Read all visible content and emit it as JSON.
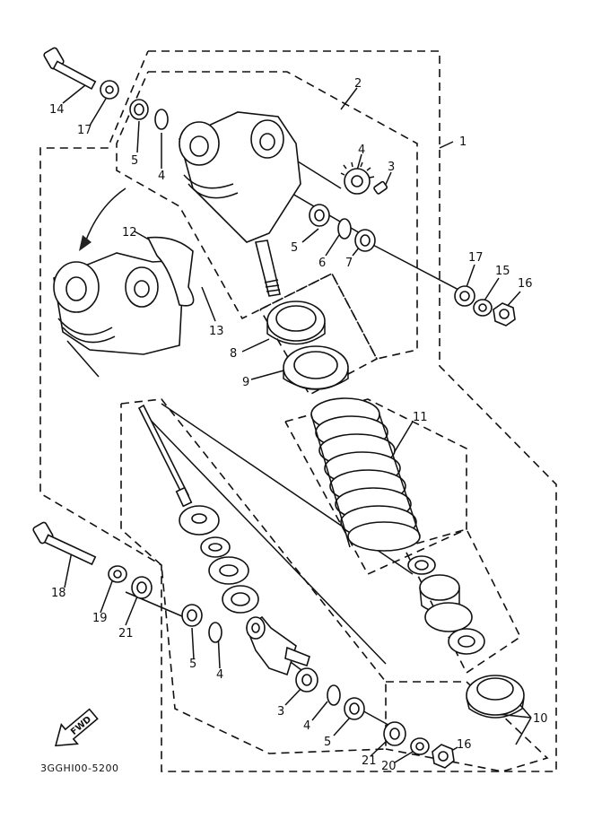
{
  "diagram_code": "3GGHI00-5200",
  "fwd_label": "FWD",
  "callouts": [
    {
      "id": "c1",
      "text": "1"
    },
    {
      "id": "c2",
      "text": "2"
    },
    {
      "id": "c3a",
      "text": "3"
    },
    {
      "id": "c3b",
      "text": "3"
    },
    {
      "id": "c4a",
      "text": "4"
    },
    {
      "id": "c4b",
      "text": "4"
    },
    {
      "id": "c4c",
      "text": "4"
    },
    {
      "id": "c4d",
      "text": "4"
    },
    {
      "id": "c5a",
      "text": "5"
    },
    {
      "id": "c5b",
      "text": "5"
    },
    {
      "id": "c5c",
      "text": "5"
    },
    {
      "id": "c5d",
      "text": "5"
    },
    {
      "id": "c6",
      "text": "6"
    },
    {
      "id": "c7",
      "text": "7"
    },
    {
      "id": "c8",
      "text": "8"
    },
    {
      "id": "c9",
      "text": "9"
    },
    {
      "id": "c10",
      "text": "10"
    },
    {
      "id": "c11",
      "text": "11"
    },
    {
      "id": "c12",
      "text": "12"
    },
    {
      "id": "c13",
      "text": "13"
    },
    {
      "id": "c14",
      "text": "14"
    },
    {
      "id": "c15",
      "text": "15"
    },
    {
      "id": "c16a",
      "text": "16"
    },
    {
      "id": "c16b",
      "text": "16"
    },
    {
      "id": "c17a",
      "text": "17"
    },
    {
      "id": "c17b",
      "text": "17"
    },
    {
      "id": "c18",
      "text": "18"
    },
    {
      "id": "c19",
      "text": "19"
    },
    {
      "id": "c20",
      "text": "20"
    },
    {
      "id": "c21a",
      "text": "21"
    },
    {
      "id": "c21b",
      "text": "21"
    }
  ]
}
